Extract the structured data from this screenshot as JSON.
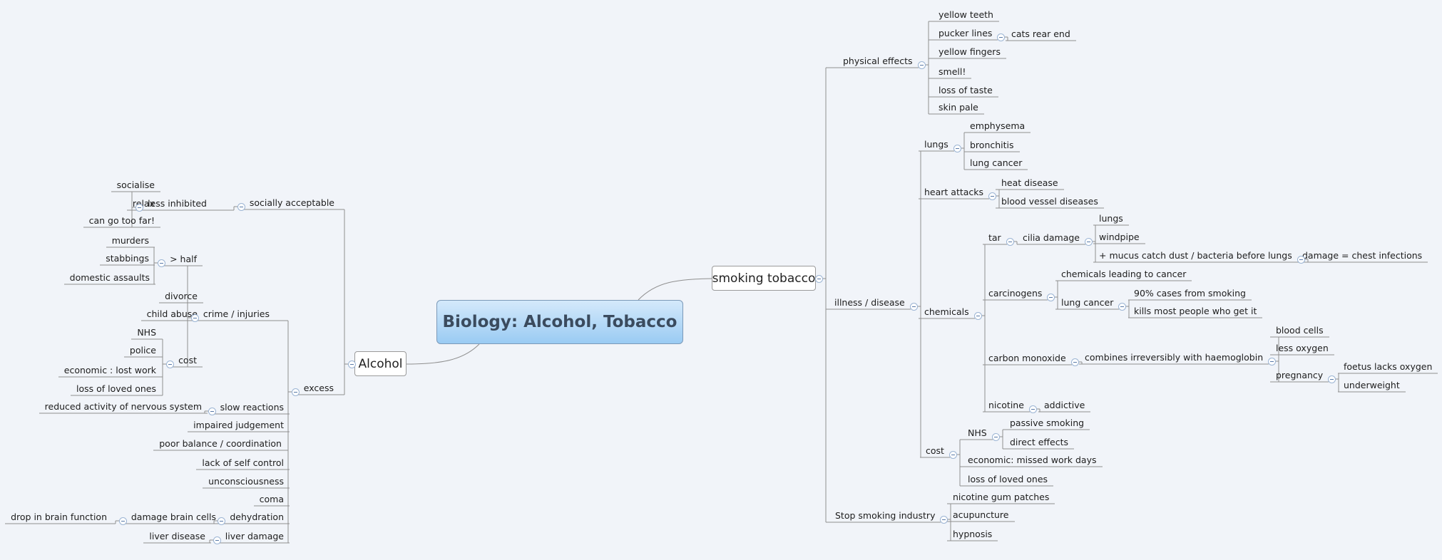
{
  "central": {
    "label": "Biology: Alcohol, Tobacco"
  },
  "mains": [
    {
      "id": "alcohol",
      "label": "Alcohol"
    },
    {
      "id": "smoking",
      "label": "smoking tobacco"
    }
  ],
  "topics": [
    {
      "id": "physical_effects",
      "label": "physical effects"
    },
    {
      "id": "yellow_teeth",
      "label": "yellow teeth"
    },
    {
      "id": "pucker_lines",
      "label": "pucker lines"
    },
    {
      "id": "cats_rear_end",
      "label": "cats rear end"
    },
    {
      "id": "yellow_fingers",
      "label": "yellow fingers"
    },
    {
      "id": "smell",
      "label": "smell!"
    },
    {
      "id": "loss_of_taste",
      "label": "loss of taste"
    },
    {
      "id": "skin_pale",
      "label": "skin pale"
    },
    {
      "id": "illness_disease",
      "label": "illness / disease"
    },
    {
      "id": "lungs",
      "label": "lungs"
    },
    {
      "id": "emphysema",
      "label": "emphysema"
    },
    {
      "id": "bronchitis",
      "label": "bronchitis"
    },
    {
      "id": "lung_cancer",
      "label": "lung cancer"
    },
    {
      "id": "heart_attacks",
      "label": "heart attacks"
    },
    {
      "id": "heat_disease",
      "label": "heat disease"
    },
    {
      "id": "blood_vessel_diseases",
      "label": "blood vessel diseases"
    },
    {
      "id": "chemicals",
      "label": "chemicals"
    },
    {
      "id": "tar",
      "label": "tar"
    },
    {
      "id": "cilia_damage",
      "label": "cilia damage"
    },
    {
      "id": "lungs_tar",
      "label": "lungs"
    },
    {
      "id": "windpipe",
      "label": "windpipe"
    },
    {
      "id": "mucus",
      "label": "+ mucus catch dust / bacteria before lungs"
    },
    {
      "id": "damage_chest",
      "label": "damage = chest infections"
    },
    {
      "id": "carcinogens",
      "label": "carcinogens"
    },
    {
      "id": "chem_leading",
      "label": "chemicals leading to cancer"
    },
    {
      "id": "lung_cancer_2",
      "label": "lung cancer"
    },
    {
      "id": "ninety_pct",
      "label": "90% cases from smoking"
    },
    {
      "id": "kills_most",
      "label": "kills most people who get it"
    },
    {
      "id": "carbon_monoxide",
      "label": "carbon monoxide"
    },
    {
      "id": "combines",
      "label": "combines irreversibly with haemoglobin"
    },
    {
      "id": "blood_cells",
      "label": "blood cells"
    },
    {
      "id": "less_oxygen",
      "label": "less oxygen"
    },
    {
      "id": "pregnancy",
      "label": "pregnancy"
    },
    {
      "id": "foetus",
      "label": "foetus lacks oxygen"
    },
    {
      "id": "underweight",
      "label": "underweight"
    },
    {
      "id": "nicotine",
      "label": "nicotine"
    },
    {
      "id": "addictive",
      "label": "addictive"
    },
    {
      "id": "cost_smoking",
      "label": "cost"
    },
    {
      "id": "nhs_smoking",
      "label": "NHS"
    },
    {
      "id": "passive_smoking",
      "label": "passive smoking"
    },
    {
      "id": "direct_effects",
      "label": "direct effects"
    },
    {
      "id": "economic_missed",
      "label": "economic: missed work days"
    },
    {
      "id": "loss_loved_smoking",
      "label": "loss of loved ones"
    },
    {
      "id": "stop_smoking",
      "label": "Stop smoking industry"
    },
    {
      "id": "nicotine_gum",
      "label": "nicotine gum patches"
    },
    {
      "id": "acupuncture",
      "label": "acupuncture"
    },
    {
      "id": "hypnosis",
      "label": "hypnosis"
    },
    {
      "id": "socially_acceptable",
      "label": "socially acceptable"
    },
    {
      "id": "less_inhibited",
      "label": "less inhibited"
    },
    {
      "id": "socialise",
      "label": "socialise"
    },
    {
      "id": "relax",
      "label": "relax"
    },
    {
      "id": "too_far",
      "label": "can go too far!"
    },
    {
      "id": "excess",
      "label": "excess"
    },
    {
      "id": "crime_injuries",
      "label": "crime / injuries"
    },
    {
      "id": "half",
      "label": "> half"
    },
    {
      "id": "murders",
      "label": "murders"
    },
    {
      "id": "stabbings",
      "label": "stabbings"
    },
    {
      "id": "domestic_assaults",
      "label": "domestic assaults"
    },
    {
      "id": "divorce",
      "label": "divorce"
    },
    {
      "id": "child_abuse",
      "label": "child abuse"
    },
    {
      "id": "cost_alcohol",
      "label": "cost"
    },
    {
      "id": "nhs_alcohol",
      "label": "NHS"
    },
    {
      "id": "police",
      "label": "police"
    },
    {
      "id": "economic_lost",
      "label": "economic : lost work"
    },
    {
      "id": "loss_loved_alcohol",
      "label": "loss of loved ones"
    },
    {
      "id": "slow_reactions",
      "label": "slow reactions"
    },
    {
      "id": "reduced_activity",
      "label": "reduced activity of nervous system"
    },
    {
      "id": "impaired_judgement",
      "label": "impaired judgement"
    },
    {
      "id": "poor_balance",
      "label": "poor balance / coordination"
    },
    {
      "id": "lack_self_control",
      "label": "lack of self control"
    },
    {
      "id": "unconsciousness",
      "label": "unconsciousness"
    },
    {
      "id": "coma",
      "label": "coma"
    },
    {
      "id": "dehydration",
      "label": "dehydration"
    },
    {
      "id": "damage_brain",
      "label": "damage brain cells"
    },
    {
      "id": "drop_brain",
      "label": "drop in brain function"
    },
    {
      "id": "liver_damage",
      "label": "liver damage"
    },
    {
      "id": "liver_disease",
      "label": "liver disease"
    }
  ]
}
